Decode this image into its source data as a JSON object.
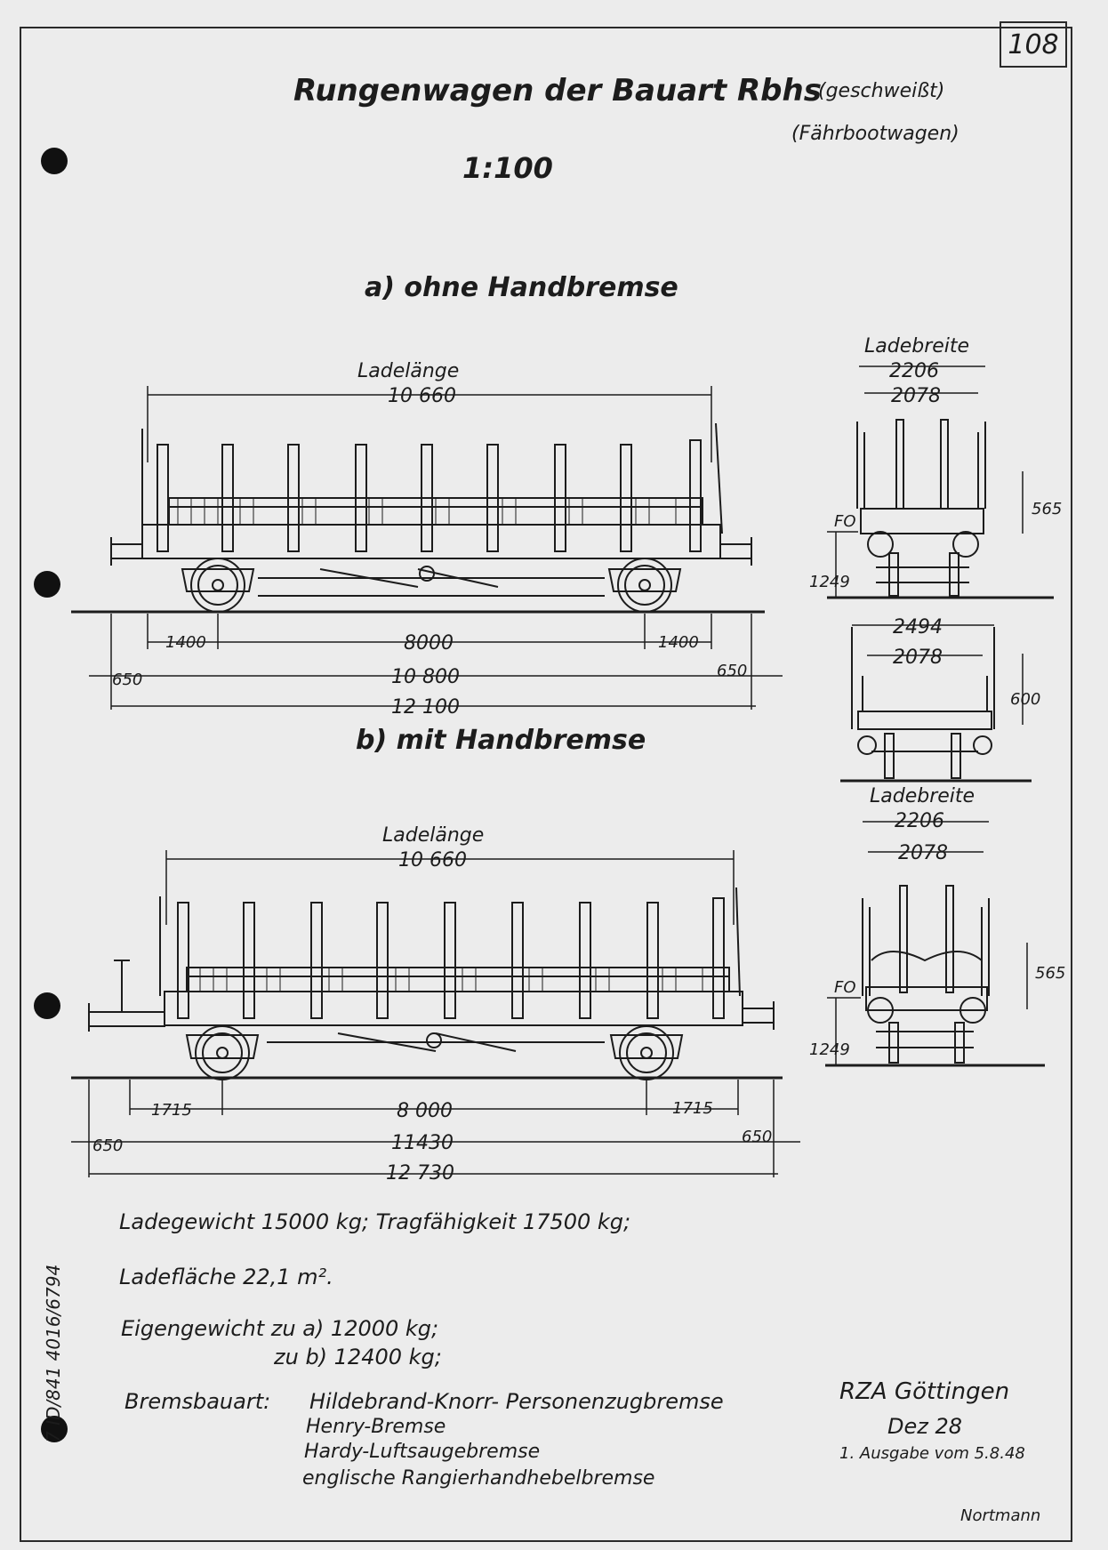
{
  "page_number": "108",
  "title": "Rungenwagen der Bauart Rbhs",
  "title_note": "(geschweißt)",
  "subtitle_note": "(Fährbootwagen)",
  "scale": "1:100",
  "section_a": {
    "heading": "a) ohne Handbremse",
    "side": {
      "ladelaenge_label": "Ladelänge",
      "ladelaenge_value": "10 660",
      "dim_1400_left": "1400",
      "dim_8000": "8000",
      "dim_1400_right": "1400",
      "dim_650_left": "650",
      "dim_10800": "10 800",
      "dim_650_right": "650",
      "dim_12100": "12 100"
    },
    "end": {
      "ladebreite_label": "Ladebreite",
      "width_outer": "2206",
      "width_inner": "2078",
      "height_565": "565",
      "height_1249": "1249",
      "fo_label": "FO"
    }
  },
  "section_b": {
    "heading": "b) mit Handbremse",
    "side": {
      "ladelaenge_label": "Ladelänge",
      "ladelaenge_value": "10 660",
      "dim_1715_left": "1715",
      "dim_8000": "8 000",
      "dim_1715_right": "1715",
      "dim_650_left": "650",
      "dim_11430": "11430",
      "dim_650_right": "650",
      "dim_12730": "12 730"
    },
    "end": {
      "ladebreite_label": "Ladebreite",
      "width_outer": "2206",
      "width_inner": "2078",
      "height_565": "565",
      "height_1249": "1249",
      "fo_label": "FO"
    }
  },
  "middle_end": {
    "width_outer": "2494",
    "width_inner": "2078",
    "height_600": "600"
  },
  "specs": {
    "ladegewicht": "Ladegewicht   15000 kg; Tragfähigkeit 17500 kg;",
    "ladeflaeche": "Ladefläche  22,1 m².",
    "eigengewicht_a": "Eigengewicht zu a)  12000 kg;",
    "eigengewicht_b": "zu b)  12400 kg;",
    "bremsbauart_label": "Bremsbauart:",
    "brakes": [
      "Hildebrand-Knorr- Personenzugbremse",
      "Henry-Bremse",
      "Hardy-Luftsaugebremse",
      "englische Rangierhandhebelbremse"
    ]
  },
  "issuer": {
    "office": "RZA Göttingen",
    "date": "Dez 28",
    "edition": "1. Ausgabe vom 5.8.48"
  },
  "signature": "Nortmann",
  "margin_note": "7 ID/841  4016/6794"
}
